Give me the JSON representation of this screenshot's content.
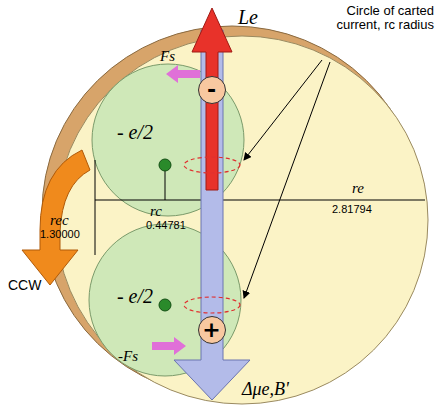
{
  "diagram": {
    "nodes": [
      {
        "text": [
          "- e/2"
        ]
      },
      {
        "text": [
          "- e/2"
        ]
      },
      {
        "text": [
          "-"
        ]
      },
      {
        "text": [
          "+"
        ]
      }
    ],
    "labels": [
      "Le",
      "Circle of carted current, rc radius",
      "Fs",
      "rc",
      "0.44781",
      "rec",
      "1.30000",
      "re",
      "2.81794",
      "CCW",
      "-Fs",
      "Δμe,B'"
    ]
  }
}
